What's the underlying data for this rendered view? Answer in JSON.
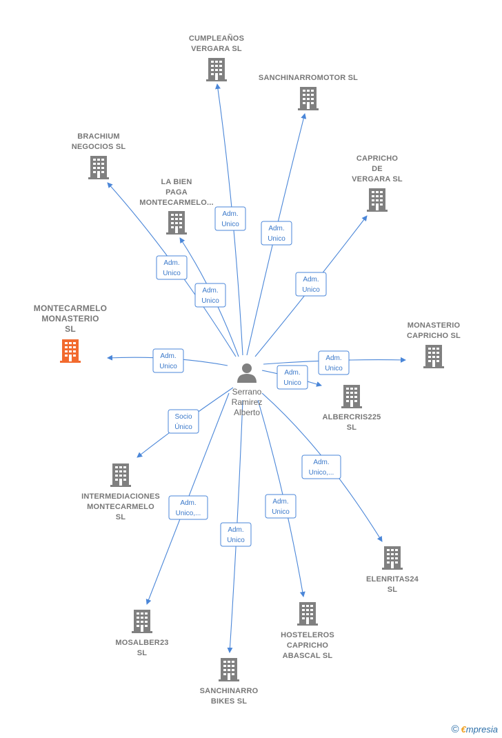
{
  "colors": {
    "edge": "#4a86d8",
    "building": "#808080",
    "focus_building": "#f26a2e",
    "person": "#808080",
    "label": "#777777"
  },
  "person": {
    "id": "person",
    "lines": [
      "Serrano",
      "Ramirez",
      "Alberto"
    ],
    "icon": "person-icon"
  },
  "companies": [
    {
      "id": "cumpleanos",
      "lines": [
        "CUMPLEAÑOS",
        "VERGARA  SL"
      ],
      "icon": "building-icon"
    },
    {
      "id": "sanchinarromotor",
      "lines": [
        "SANCHINARROMOTOR SL"
      ],
      "icon": "building-icon"
    },
    {
      "id": "brachium",
      "lines": [
        "BRACHIUM",
        "NEGOCIOS  SL"
      ],
      "icon": "building-icon"
    },
    {
      "id": "labien",
      "lines": [
        "LA BIEN",
        "PAGA",
        "MONTECARMELO..."
      ],
      "icon": "building-icon"
    },
    {
      "id": "capricho",
      "lines": [
        "CAPRICHO",
        "DE",
        "VERGARA  SL"
      ],
      "icon": "building-icon"
    },
    {
      "id": "montecarmelo",
      "lines": [
        "MONTECARMELO",
        "MONASTERIO",
        "SL"
      ],
      "icon": "building-icon",
      "focus": true
    },
    {
      "id": "monasterio",
      "lines": [
        "MONASTERIO",
        "CAPRICHO  SL"
      ],
      "icon": "building-icon"
    },
    {
      "id": "albercris",
      "lines": [
        "ALBERCRIS225",
        "SL"
      ],
      "icon": "building-icon"
    },
    {
      "id": "intermediaciones",
      "lines": [
        "INTERMEDIACIONES",
        "MONTECARMELO",
        "SL"
      ],
      "icon": "building-icon"
    },
    {
      "id": "elenritas",
      "lines": [
        "ELENRITAS24",
        "SL"
      ],
      "icon": "building-icon"
    },
    {
      "id": "mosalber",
      "lines": [
        "MOSALBER23",
        "SL"
      ],
      "icon": "building-icon"
    },
    {
      "id": "hosteleros",
      "lines": [
        "HOSTELEROS",
        "CAPRICHO",
        "ABASCAL  SL"
      ],
      "icon": "building-icon"
    },
    {
      "id": "sanchinarrobikes",
      "lines": [
        "SANCHINARRO",
        "BIKES  SL"
      ],
      "icon": "building-icon"
    }
  ],
  "relations": [
    {
      "target": "cumpleanos",
      "lines": [
        "Adm.",
        "Unico"
      ]
    },
    {
      "target": "sanchinarromotor",
      "lines": [
        "Adm.",
        "Unico"
      ]
    },
    {
      "target": "brachium",
      "lines": [
        "Adm.",
        "Unico"
      ]
    },
    {
      "target": "labien",
      "lines": [
        "Adm.",
        "Unico"
      ]
    },
    {
      "target": "capricho",
      "lines": [
        "Adm.",
        "Unico"
      ]
    },
    {
      "target": "montecarmelo",
      "lines": [
        "Adm.",
        "Unico"
      ]
    },
    {
      "target": "monasterio",
      "lines": [
        "Adm.",
        "Unico"
      ]
    },
    {
      "target": "albercris",
      "lines": [
        "Adm.",
        "Unico"
      ]
    },
    {
      "target": "intermediaciones",
      "lines": [
        "Socio",
        "Único"
      ]
    },
    {
      "target": "elenritas",
      "lines": [
        "Adm.",
        "Unico,..."
      ]
    },
    {
      "target": "mosalber",
      "lines": [
        "Adm.",
        "Unico,..."
      ]
    },
    {
      "target": "hosteleros",
      "lines": [
        "Adm.",
        "Unico"
      ]
    },
    {
      "target": "sanchinarrobikes",
      "lines": [
        "Adm.",
        "Unico"
      ]
    }
  ],
  "logo": {
    "copyright": "©",
    "brand_initial": "€",
    "brand_rest": "mpresia"
  }
}
